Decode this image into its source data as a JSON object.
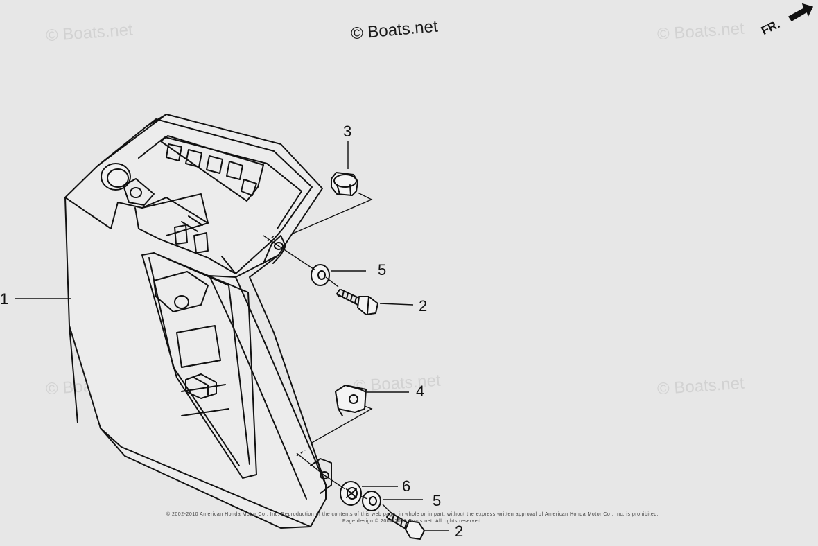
{
  "watermarks": {
    "main": "© Boats.net",
    "faint": [
      "© Boats.net",
      "© Boats.net",
      "© Boats.net",
      "© Boats.net",
      "© Boats.net"
    ]
  },
  "direction_label": "FR.",
  "callouts": [
    "1",
    "2",
    "3",
    "4",
    "5",
    "2",
    "5",
    "6"
  ],
  "copyright": {
    "line1": "© 2002-2010 American Honda Motor Co., Inc. Reproduction of the contents of this web page, in whole or in part, without the express written approval of American Honda Motor Co., Inc. is prohibited.",
    "line2": "Page design © 2004-2010 Boats.net. All rights reserved."
  },
  "colors": {
    "background": "#e7e7e7",
    "ink": "#111111",
    "watermark": "#d2d2d2"
  }
}
